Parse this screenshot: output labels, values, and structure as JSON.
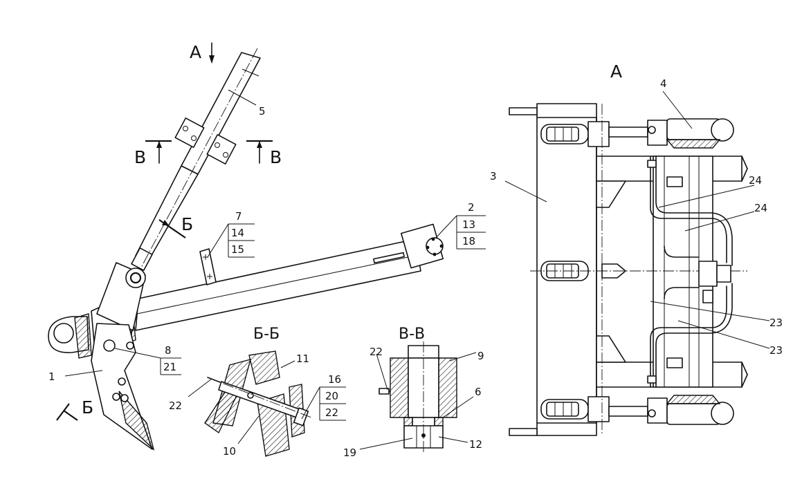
{
  "view_labels": {
    "view_a_arrow": "А",
    "view_a_title": "А",
    "section_b_arrow_upper": "Б",
    "section_b_arrow_lower": "Б",
    "section_b_title": "Б-Б",
    "section_v_arrow_left": "В",
    "section_v_arrow_right": "В",
    "section_v_title": "В-В"
  },
  "part_numbers": {
    "p1": "1",
    "p2": "2",
    "p3": "3",
    "p4": "4",
    "p5": "5",
    "p6": "6",
    "p7": "7",
    "p8": "8",
    "p9": "9",
    "p10": "10",
    "p11": "11",
    "p12": "12",
    "p13": "13",
    "p14": "14",
    "p15": "15",
    "p16": "16",
    "p18": "18",
    "p19": "19",
    "p20": "20",
    "p21": "21",
    "p22_section_b": "22",
    "p22_section_b_box": "22",
    "p22_section_v": "22",
    "p23_upper": "23",
    "p23_lower": "23",
    "p24_upper": "24",
    "p24_lower": "24"
  }
}
